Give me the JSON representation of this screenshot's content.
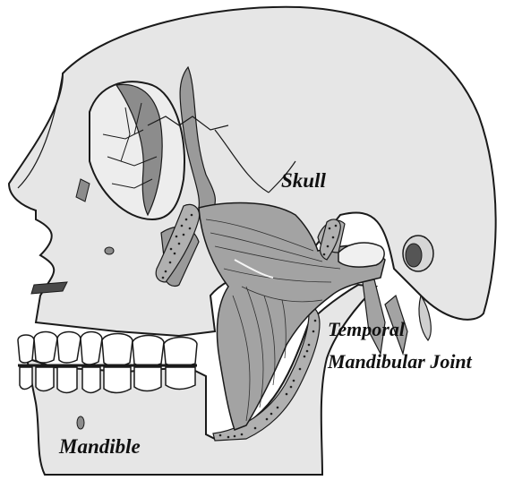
{
  "labels": {
    "skull": "Skull",
    "tmj_line1": "Temporal",
    "tmj_line2": "Mandibular Joint",
    "mandible": "Mandible"
  },
  "colors": {
    "bone": "#e6e6e6",
    "bone_outline": "#1a1a1a",
    "muscle": "#a3a3a3",
    "shadow": "#8c8c8c",
    "cartilage_dots": "#222222",
    "teeth": "#ffffff"
  }
}
